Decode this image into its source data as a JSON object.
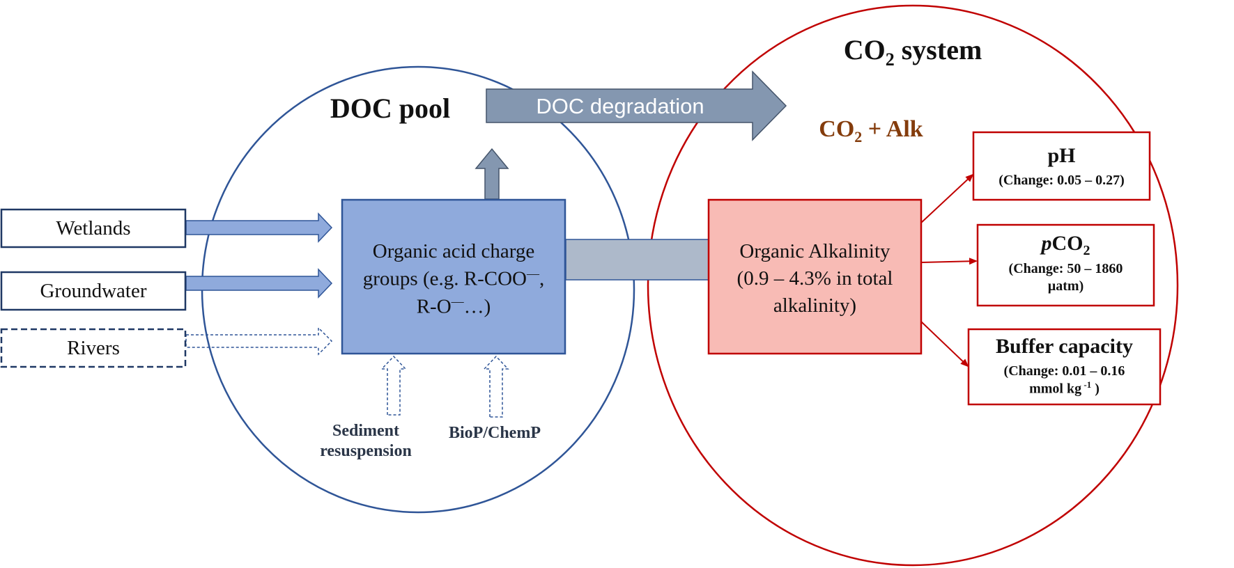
{
  "doc_pool": {
    "title": "DOC pool"
  },
  "co2_system": {
    "title_prefix": "CO",
    "title_sub": "2",
    "title_suffix": " system"
  },
  "doc_degradation": {
    "label": "DOC degradation"
  },
  "co2_alk": {
    "prefix": "CO",
    "sub": "2",
    "suffix": " + Alk"
  },
  "sources": {
    "wetlands": "Wetlands",
    "groundwater": "Groundwater",
    "rivers": "Rivers"
  },
  "organic_acid": {
    "line1": "Organic acid charge",
    "line2_a": "groups (e.g. R-COO",
    "line2_sup": "―",
    "line2_b": ",",
    "line3_a": "R-O",
    "line3_sup": "―",
    "line3_b": "…)"
  },
  "inputs": {
    "sediment_line1": "Sediment",
    "sediment_line2": "resuspension",
    "biop": "BioP/ChemP"
  },
  "organic_alkalinity": {
    "line1": "Organic Alkalinity",
    "line2": "(0.9 – 4.3% in total",
    "line3": "alkalinity)"
  },
  "outputs": {
    "ph": {
      "title": "pH",
      "change": "(Change: 0.05 – 0.27)"
    },
    "pco2": {
      "title_italic": "p",
      "title_main": "CO",
      "title_sub": "2",
      "change_line1": "(Change: 50 – 1860",
      "change_line2": "µatm)"
    },
    "buffer": {
      "title": "Buffer capacity",
      "change_line1": "(Change: 0.01 – 0.16",
      "change_line2_a": "mmol kg",
      "change_line2_sup": " -1",
      "change_line2_b": " )"
    }
  },
  "colors": {
    "doc_circle": "#2f5597",
    "co2_circle": "#c00000",
    "acid_box_fill": "#8faadc",
    "acid_box_stroke": "#2f5597",
    "alk_box_fill": "#f8bbb5",
    "alk_box_stroke": "#c00000",
    "degradation_arrow": "#8497b0",
    "connector": "#adb9ca",
    "source_arrow": "#8faadc",
    "co2_alk_text": "#843c0c",
    "red_arrow": "#c00000"
  }
}
